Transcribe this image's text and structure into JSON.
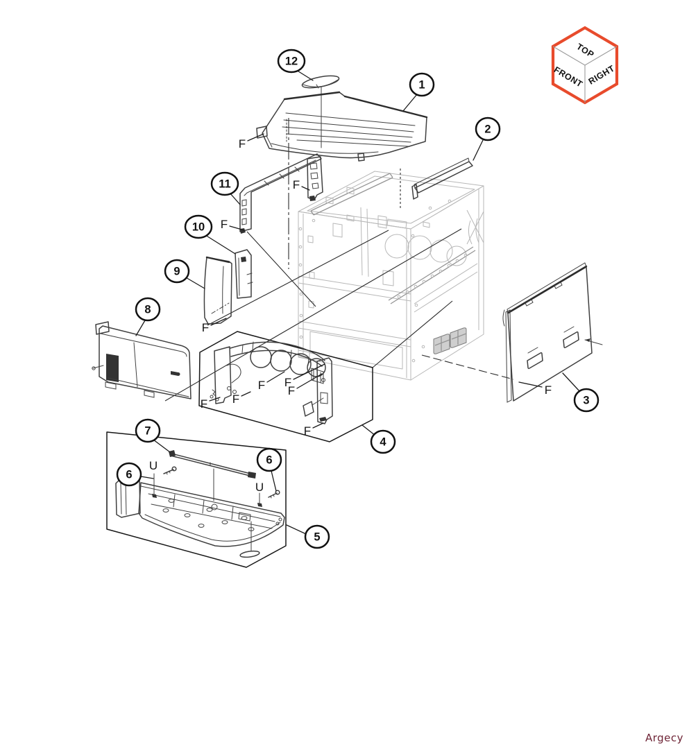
{
  "labels": {
    "f": "F",
    "u": "U"
  },
  "callouts": [
    {
      "number": "1"
    },
    {
      "number": "2"
    },
    {
      "number": "3"
    },
    {
      "number": "4"
    },
    {
      "number": "5"
    },
    {
      "number": "6"
    },
    {
      "number": "6"
    },
    {
      "number": "7"
    },
    {
      "number": "8"
    },
    {
      "number": "9"
    },
    {
      "number": "10"
    },
    {
      "number": "11"
    },
    {
      "number": "12"
    }
  ],
  "orientation_cube": {
    "top_label": "TOP",
    "front_label": "FRONT",
    "right_label": "RIGHT",
    "edge_color": "#e84b2c"
  },
  "watermark": {
    "text": "Argecy",
    "color": "#6e2436"
  },
  "colors": {
    "background": "#ffffff",
    "part_line": "#3f3f3f",
    "frame_line": "#b7b7b7",
    "callout_stroke": "#111111"
  }
}
